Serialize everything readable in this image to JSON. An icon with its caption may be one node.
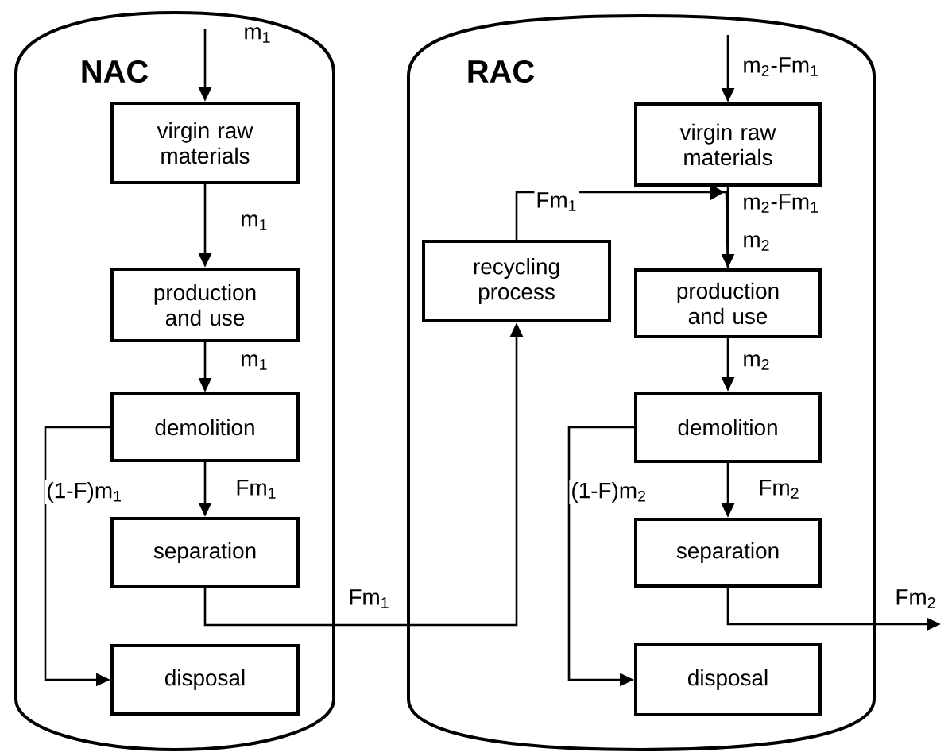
{
  "diagram": {
    "nodes": [
      {
        "text": [
          "NAC"
        ]
      },
      {
        "text": [
          "virgin raw materials"
        ],
        "in": 0
      },
      {
        "text": [
          "production and use"
        ],
        "in": 0
      },
      {
        "text": [
          "demolition"
        ],
        "in": 0
      },
      {
        "text": [
          "separation"
        ],
        "in": 0
      },
      {
        "text": [
          "disposal"
        ],
        "in": 0
      },
      {
        "text": [
          "RAC"
        ]
      },
      {
        "text": [
          "virgin raw materials"
        ],
        "in": 6
      },
      {
        "text": [
          "recycling process"
        ],
        "in": 6
      },
      {
        "text": [
          "production and use"
        ],
        "in": 6
      },
      {
        "text": [
          "demolition"
        ],
        "in": 6
      },
      {
        "text": [
          "separation"
        ],
        "in": 6
      },
      {
        "text": [
          "disposal"
        ],
        "in": 6
      }
    ],
    "edges": [
      {
        "from": null,
        "to": 1,
        "arrow": "to",
        "label": "m$_{1}$"
      },
      {
        "from": 1,
        "to": 2,
        "arrow": "to",
        "label": "m$_{1}$"
      },
      {
        "from": 2,
        "to": 3,
        "arrow": "to",
        "label": "m$_{1}$"
      },
      {
        "from": 3,
        "to": 4,
        "arrow": "to",
        "label": "Fm$_{1}$"
      },
      {
        "from": 3,
        "to": 5,
        "arrow": "to",
        "label": "(1-F)m$_{1}$"
      },
      {
        "from": 4,
        "to": 8,
        "arrow": "to",
        "label": "Fm$_{1}$"
      },
      {
        "from": null,
        "to": 7,
        "arrow": "to",
        "label": "m$_{2}$-Fm$_{1}$"
      },
      {
        "from": 7,
        "to": 9,
        "arrow": "to",
        "label": "m$_{2}$-Fm$_{1}$"
      },
      {
        "from": 8,
        "to": 9,
        "arrow": "to",
        "label": "Fm$_{1}$"
      },
      {
        "from": 9,
        "to": 10,
        "arrow": "to",
        "label": "m$_{2}$"
      },
      {
        "from": 10,
        "to": 11,
        "arrow": "to",
        "label": "Fm$_{2}$"
      },
      {
        "from": 10,
        "to": 12,
        "arrow": "to",
        "label": "(1-F)m$_{2}$"
      },
      {
        "from": 11,
        "to": null,
        "arrow": "to",
        "label": "Fm$_{2}$"
      }
    ],
    "labels": [
      "m$_{2}$"
    ]
  }
}
